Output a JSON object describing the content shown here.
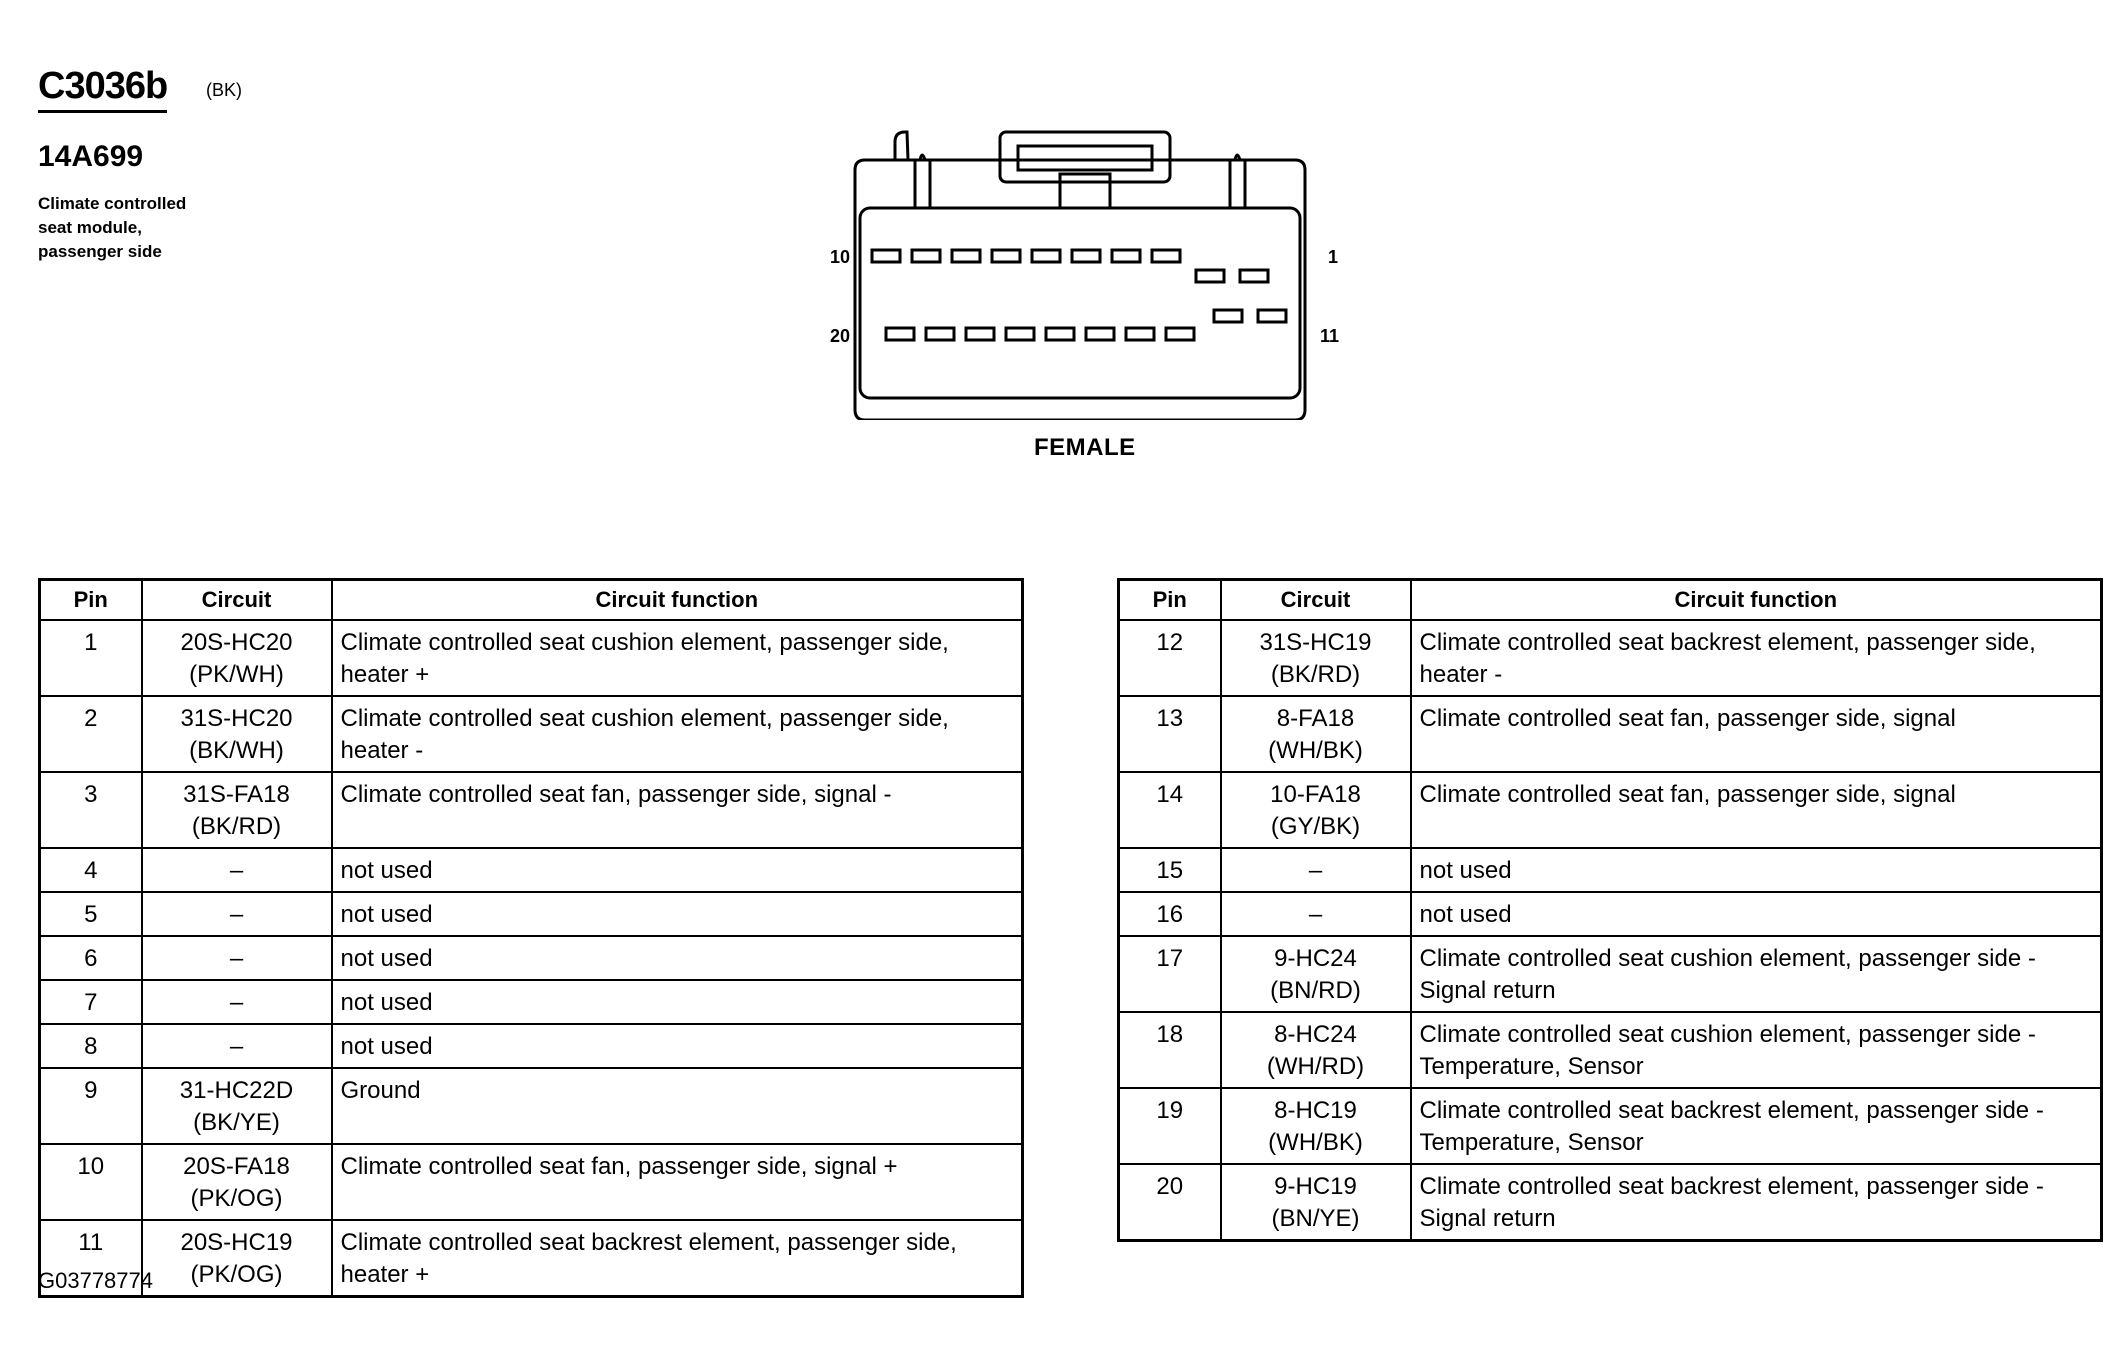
{
  "connector": {
    "id": "C3036b",
    "color": "(BK)",
    "part_number": "14A699",
    "description": "Climate controlled seat module, passenger side",
    "gender": "FEMALE",
    "pin_labels": {
      "top_left": "10",
      "top_right": "1",
      "bottom_left": "20",
      "bottom_right": "11"
    }
  },
  "table_headers": {
    "pin": "Pin",
    "circuit": "Circuit",
    "function": "Circuit function"
  },
  "left_table": [
    {
      "pin": "1",
      "circuit": "20S-HC20",
      "color": "(PK/WH)",
      "function": "Climate controlled seat cushion element, passenger side, heater +"
    },
    {
      "pin": "2",
      "circuit": "31S-HC20",
      "color": "(BK/WH)",
      "function": "Climate controlled seat cushion element, passenger side, heater -"
    },
    {
      "pin": "3",
      "circuit": "31S-FA18",
      "color": "(BK/RD)",
      "function": "Climate controlled seat fan, passenger side, signal -"
    },
    {
      "pin": "4",
      "circuit": "–",
      "color": "",
      "function": "not used"
    },
    {
      "pin": "5",
      "circuit": "–",
      "color": "",
      "function": "not used"
    },
    {
      "pin": "6",
      "circuit": "–",
      "color": "",
      "function": "not used"
    },
    {
      "pin": "7",
      "circuit": "–",
      "color": "",
      "function": "not used"
    },
    {
      "pin": "8",
      "circuit": "–",
      "color": "",
      "function": "not used"
    },
    {
      "pin": "9",
      "circuit": "31-HC22D",
      "color": "(BK/YE)",
      "function": "Ground"
    },
    {
      "pin": "10",
      "circuit": "20S-FA18",
      "color": "(PK/OG)",
      "function": "Climate controlled seat fan, passenger side, signal +"
    },
    {
      "pin": "11",
      "circuit": "20S-HC19",
      "color": "(PK/OG)",
      "function": "Climate controlled seat backrest element, passenger side, heater +"
    }
  ],
  "right_table": [
    {
      "pin": "12",
      "circuit": "31S-HC19",
      "color": "(BK/RD)",
      "function": "Climate controlled seat backrest element, passenger side, heater -"
    },
    {
      "pin": "13",
      "circuit": "8-FA18",
      "color": "(WH/BK)",
      "function": "Climate controlled seat fan, passenger side, signal"
    },
    {
      "pin": "14",
      "circuit": "10-FA18",
      "color": "(GY/BK)",
      "function": "Climate controlled seat fan, passenger side, signal"
    },
    {
      "pin": "15",
      "circuit": "–",
      "color": "",
      "function": "not used"
    },
    {
      "pin": "16",
      "circuit": "–",
      "color": "",
      "function": "not used"
    },
    {
      "pin": "17",
      "circuit": "9-HC24",
      "color": "(BN/RD)",
      "function": "Climate controlled seat cushion element, passenger side - Signal return"
    },
    {
      "pin": "18",
      "circuit": "8-HC24",
      "color": "(WH/RD)",
      "function": "Climate controlled seat cushion element, passenger side - Temperature, Sensor"
    },
    {
      "pin": "19",
      "circuit": "8-HC19",
      "color": "(WH/BK)",
      "function": "Climate controlled seat backrest element, passenger side - Temperature, Sensor"
    },
    {
      "pin": "20",
      "circuit": "9-HC19",
      "color": "(BN/YE)",
      "function": "Climate controlled seat backrest element, passenger side - Signal return"
    }
  ],
  "figure_id": "G03778774"
}
